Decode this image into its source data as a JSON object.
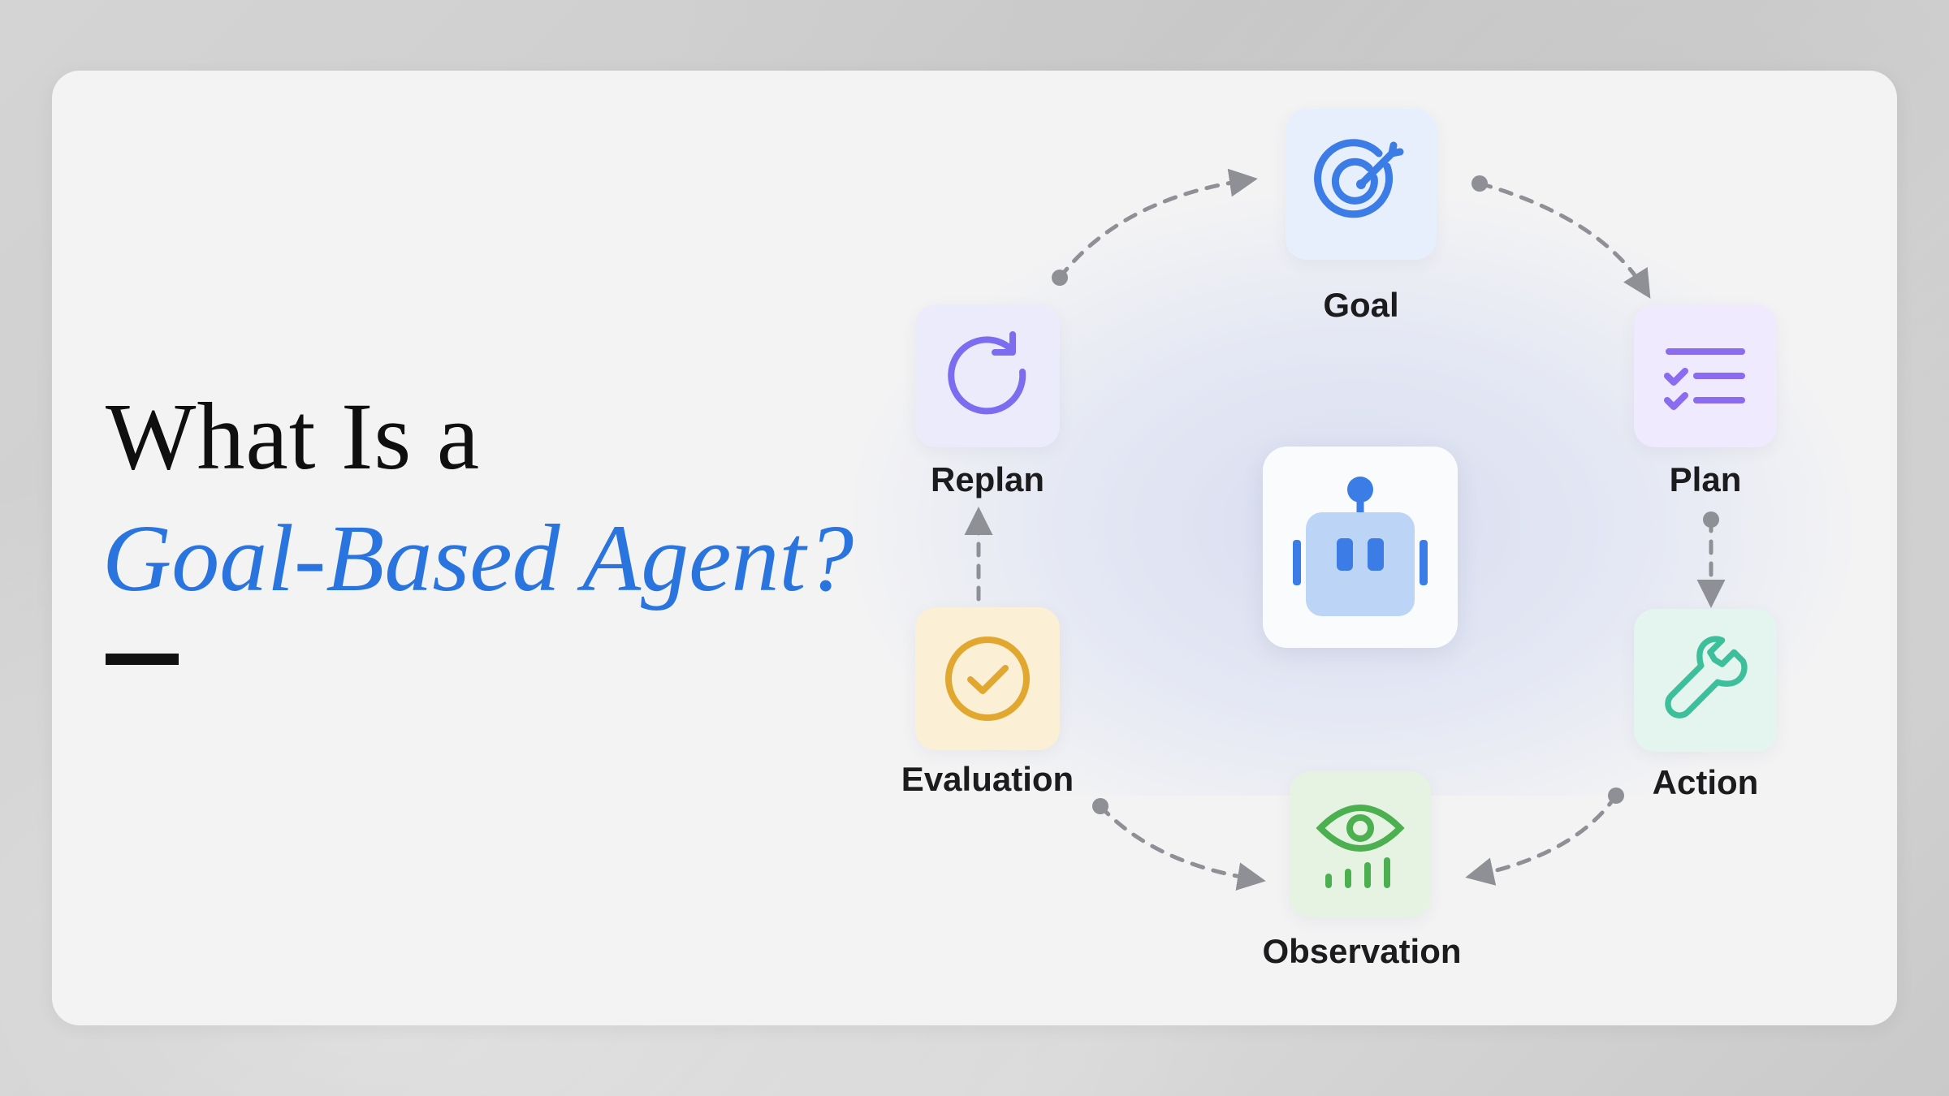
{
  "title": {
    "line1": "What Is a",
    "line2": "Goal-Based Agent?"
  },
  "center": {
    "icon": "robot-icon"
  },
  "nodes": [
    {
      "id": "goal",
      "label": "Goal",
      "icon": "target-icon",
      "color": "#3b7ce6",
      "bg": "#e8effc"
    },
    {
      "id": "plan",
      "label": "Plan",
      "icon": "checklist-icon",
      "color": "#8b6cf0",
      "bg": "#efeafd"
    },
    {
      "id": "action",
      "label": "Action",
      "icon": "wrench-icon",
      "color": "#3cbf9a",
      "bg": "#e3f5ee"
    },
    {
      "id": "observation",
      "label": "Observation",
      "icon": "eye-chart-icon",
      "color": "#4caf50",
      "bg": "#e6f3e2"
    },
    {
      "id": "evaluation",
      "label": "Evaluation",
      "icon": "check-circle-icon",
      "color": "#e2a72f",
      "bg": "#fbefd6"
    },
    {
      "id": "replan",
      "label": "Replan",
      "icon": "refresh-icon",
      "color": "#7b6cf0",
      "bg": "#ecebfb"
    }
  ],
  "arrow_color": "#8f9096"
}
